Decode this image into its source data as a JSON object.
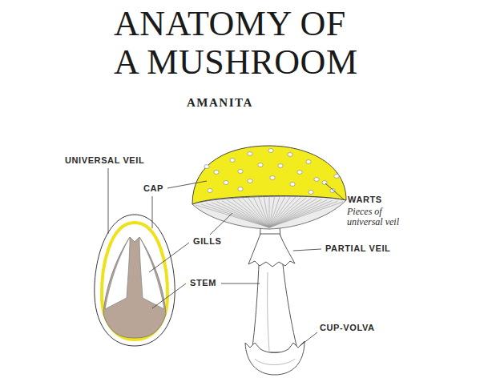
{
  "diagram": {
    "title": "ANATOMY OF A MUSHROOM",
    "labels": [
      "AMANITA",
      "UNIVERSAL VEIL",
      "CAP",
      "GILLS",
      "STEM",
      "WARTS",
      "Pieces of universal veil",
      "PARTIAL VEIL",
      "CUP-VOLVA"
    ]
  }
}
